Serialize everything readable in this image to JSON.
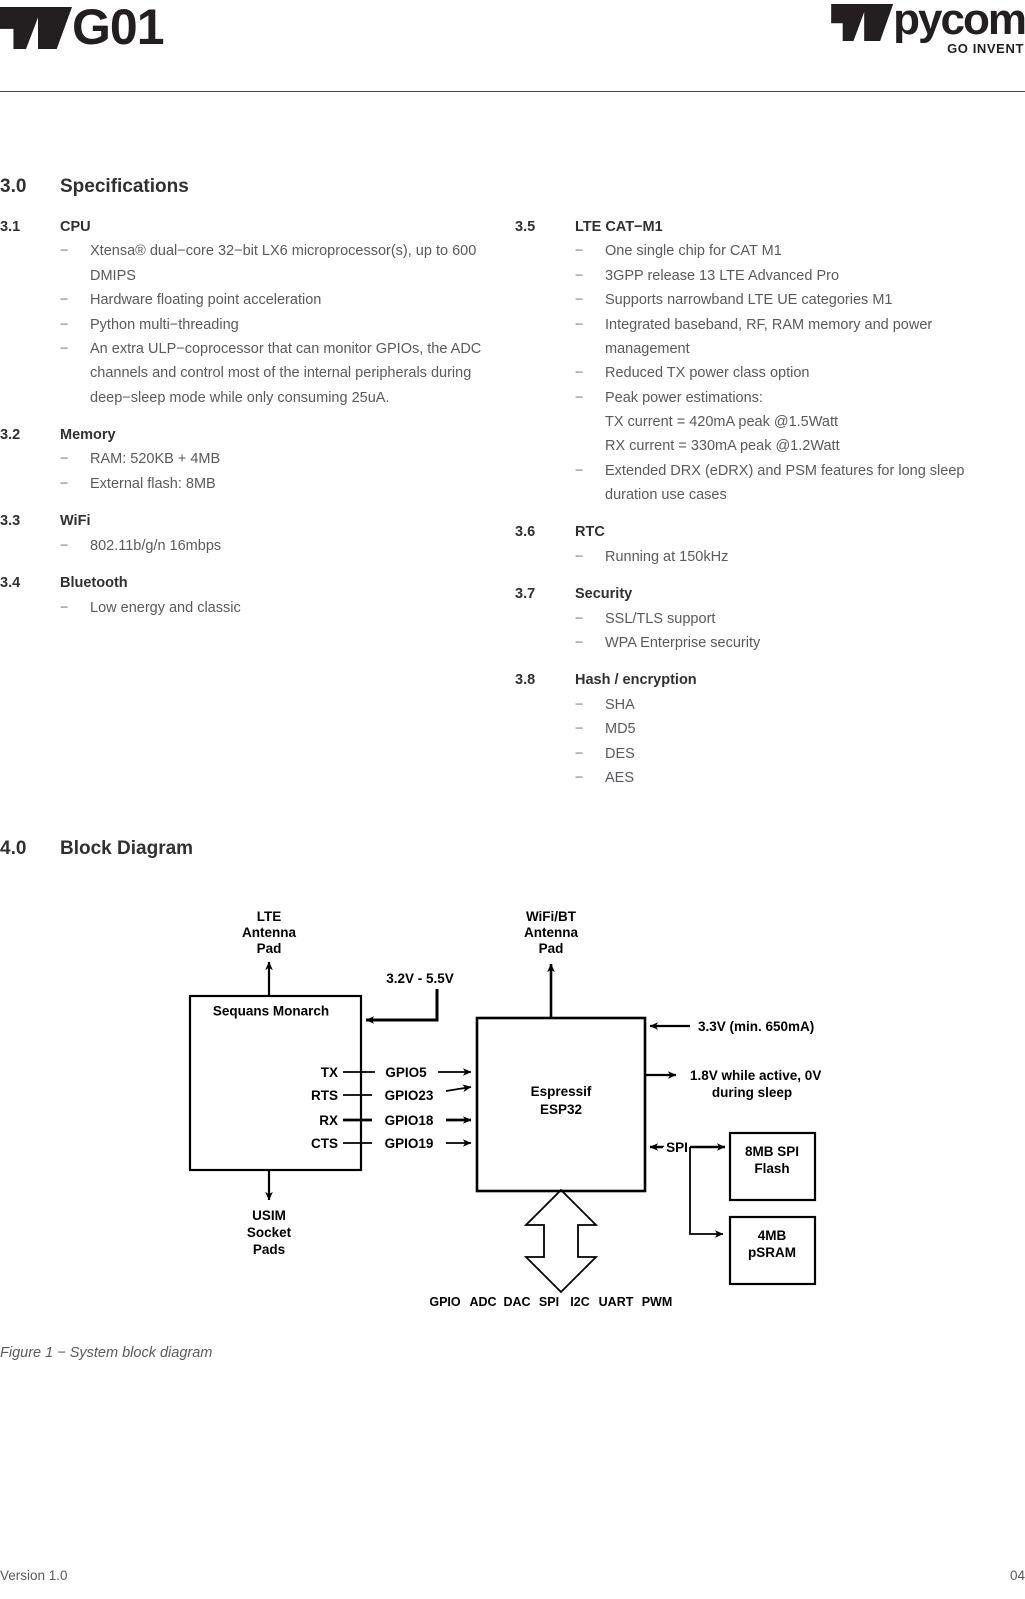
{
  "header": {
    "product_logo": "G01",
    "brand_logo": "pycom",
    "brand_tagline": "GO INVENT"
  },
  "sections": {
    "specifications": {
      "number": "3.0",
      "title": "Specifications"
    },
    "block_diagram": {
      "number": "4.0",
      "title": "Block Diagram"
    }
  },
  "left_column": [
    {
      "number": "3.1",
      "title": "CPU",
      "items": [
        {
          "dash": true,
          "text": "Xtensa® dual−core 32−bit LX6 microprocessor(s), up to 600 DMIPS"
        },
        {
          "dash": true,
          "text": "Hardware floating point acceleration"
        },
        {
          "dash": true,
          "text": "Python multi−threading"
        },
        {
          "dash": true,
          "text": "An extra ULP−coprocessor that can monitor GPIOs, the ADC channels and control most of the internal peripherals during deep−sleep mode while only consuming 25uA."
        }
      ]
    },
    {
      "number": "3.2",
      "title": "Memory",
      "items": [
        {
          "dash": true,
          "text": "RAM: 520KB + 4MB"
        },
        {
          "dash": true,
          "text": "External flash: 8MB"
        }
      ]
    },
    {
      "number": "3.3",
      "title": "WiFi",
      "items": [
        {
          "dash": true,
          "text": "802.11b/g/n 16mbps"
        }
      ]
    },
    {
      "number": "3.4",
      "title": "Bluetooth",
      "items": [
        {
          "dash": true,
          "text": "Low energy and classic"
        }
      ]
    }
  ],
  "right_column": [
    {
      "number": "3.5",
      "title": "LTE CAT−M1",
      "items": [
        {
          "dash": true,
          "text": "One single chip for  CAT M1"
        },
        {
          "dash": true,
          "text": "3GPP release 13 LTE Advanced Pro"
        },
        {
          "dash": true,
          "text": "Supports narrowband LTE UE categories M1"
        },
        {
          "dash": true,
          "text": "Integrated baseband, RF, RAM memory and power management"
        },
        {
          "dash": true,
          "text": "Reduced TX power class option"
        },
        {
          "dash": true,
          "text": "Peak power estimations:"
        },
        {
          "dash": false,
          "text": "TX current = 420mA peak @1.5Watt"
        },
        {
          "dash": false,
          "text": "RX current = 330mA peak @1.2Watt"
        },
        {
          "dash": true,
          "text": "Extended DRX (eDRX) and PSM features for long sleep duration use cases"
        }
      ]
    },
    {
      "number": "3.6",
      "title": "RTC",
      "items": [
        {
          "dash": true,
          "text": "Running at 150kHz"
        }
      ]
    },
    {
      "number": "3.7",
      "title": "Security",
      "items": [
        {
          "dash": true,
          "text": "SSL/TLS support"
        },
        {
          "dash": true,
          "text": "WPA Enterprise security"
        }
      ]
    },
    {
      "number": "3.8",
      "title": "Hash / encryption",
      "items": [
        {
          "dash": true,
          "text": "SHA"
        },
        {
          "dash": true,
          "text": "MD5"
        },
        {
          "dash": true,
          "text": "DES"
        },
        {
          "dash": true,
          "text": "AES"
        }
      ]
    }
  ],
  "diagram": {
    "lte_antenna_pad": [
      "LTE",
      "Antenna",
      "Pad"
    ],
    "wifi_bt_antenna_pad": [
      "WiFi/BT",
      "Antenna",
      "Pad"
    ],
    "supply_voltage": "3.2V - 5.5V",
    "modem_block": "Sequans Monarch",
    "mcu_block": [
      "Espressif",
      "ESP32"
    ],
    "usim_pads": [
      "USIM",
      "Socket",
      "Pads"
    ],
    "uart_left_pins": [
      "TX",
      "RTS",
      "RX",
      "CTS"
    ],
    "uart_gpio_pins": [
      "GPIO5",
      "GPIO23",
      "GPIO18",
      "GPIO19"
    ],
    "mcu_supply": "3.3V (min. 650mA)",
    "mcu_io_rail": [
      "1.8V while active, 0V",
      "during sleep"
    ],
    "spi_label": "SPI",
    "flash_block": [
      "8MB SPI",
      "Flash"
    ],
    "psram_block": [
      "4MB",
      "pSRAM"
    ],
    "peripherals": [
      "GPIO",
      "ADC",
      "DAC",
      "SPI",
      "I2C",
      "UART",
      "PWM"
    ]
  },
  "figure_caption": "Figure 1 − System block diagram",
  "footer": {
    "version": "Version 1.0",
    "page": "04"
  },
  "colors": {
    "ink": "#231f20",
    "heading": "#303033",
    "body": "#5a5a5e",
    "rule": "#4a4a4c"
  }
}
